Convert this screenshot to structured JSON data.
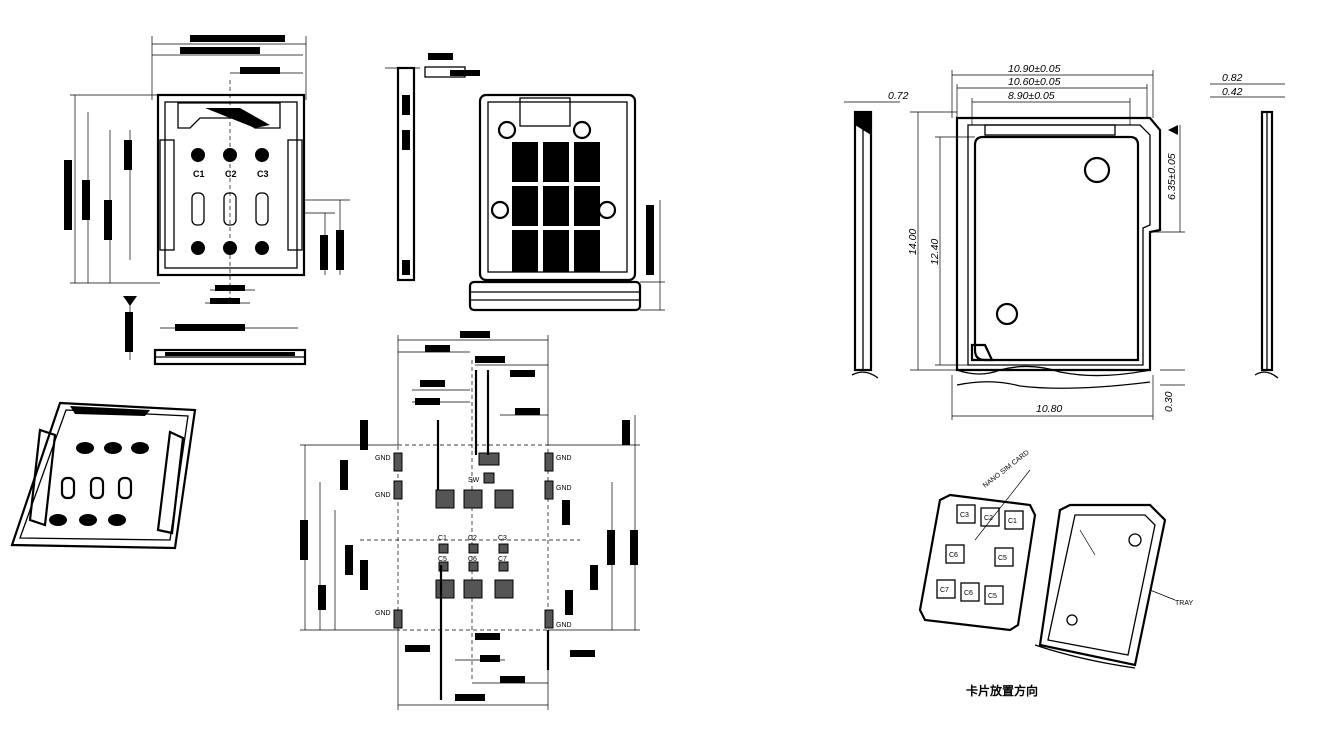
{
  "drawing": {
    "caption": "卡片放置方向",
    "card_label": "NANO SIM CARD",
    "tray_label": "TRAY"
  },
  "nano_card": {
    "dimensions": {
      "width_total": "10.90±0.05",
      "width_mid": "10.60±0.05",
      "width_inner": "8.90±0.05",
      "height_total": "14.00",
      "height_inner": "12.40",
      "height_notch": "6.35±0.05",
      "bottom_width": "10.80",
      "bottom_gap": "0.30",
      "side_thickness": "0.72",
      "right_thick_1": "0.82",
      "right_thick_2": "0.42"
    },
    "dim_ids": {
      "width_total": "04",
      "width_mid": "05",
      "width_inner": "06",
      "height_total": "02",
      "height_inner": "03",
      "height_notch": "07",
      "bottom_width": "09",
      "bottom_gap": "08",
      "side_thickness": "01",
      "right_thick_1": "10",
      "right_thick_2": "11"
    }
  },
  "pcb_layout": {
    "contact_labels": [
      "C1",
      "C2",
      "C3",
      "C5",
      "C6",
      "C7"
    ],
    "ground_labels": [
      "GND",
      "GND",
      "GND",
      "GND",
      "GND",
      "GND"
    ],
    "switch_label": "SW"
  },
  "connector_front": {
    "contact_labels": [
      "C1",
      "C2",
      "C3"
    ]
  },
  "card_contacts": [
    "C3",
    "C2",
    "C1",
    "C6",
    "C5",
    "C7",
    "C6",
    "C5"
  ],
  "colors": {
    "line": "#000000",
    "background": "#ffffff",
    "pad_fill": "#555555"
  }
}
